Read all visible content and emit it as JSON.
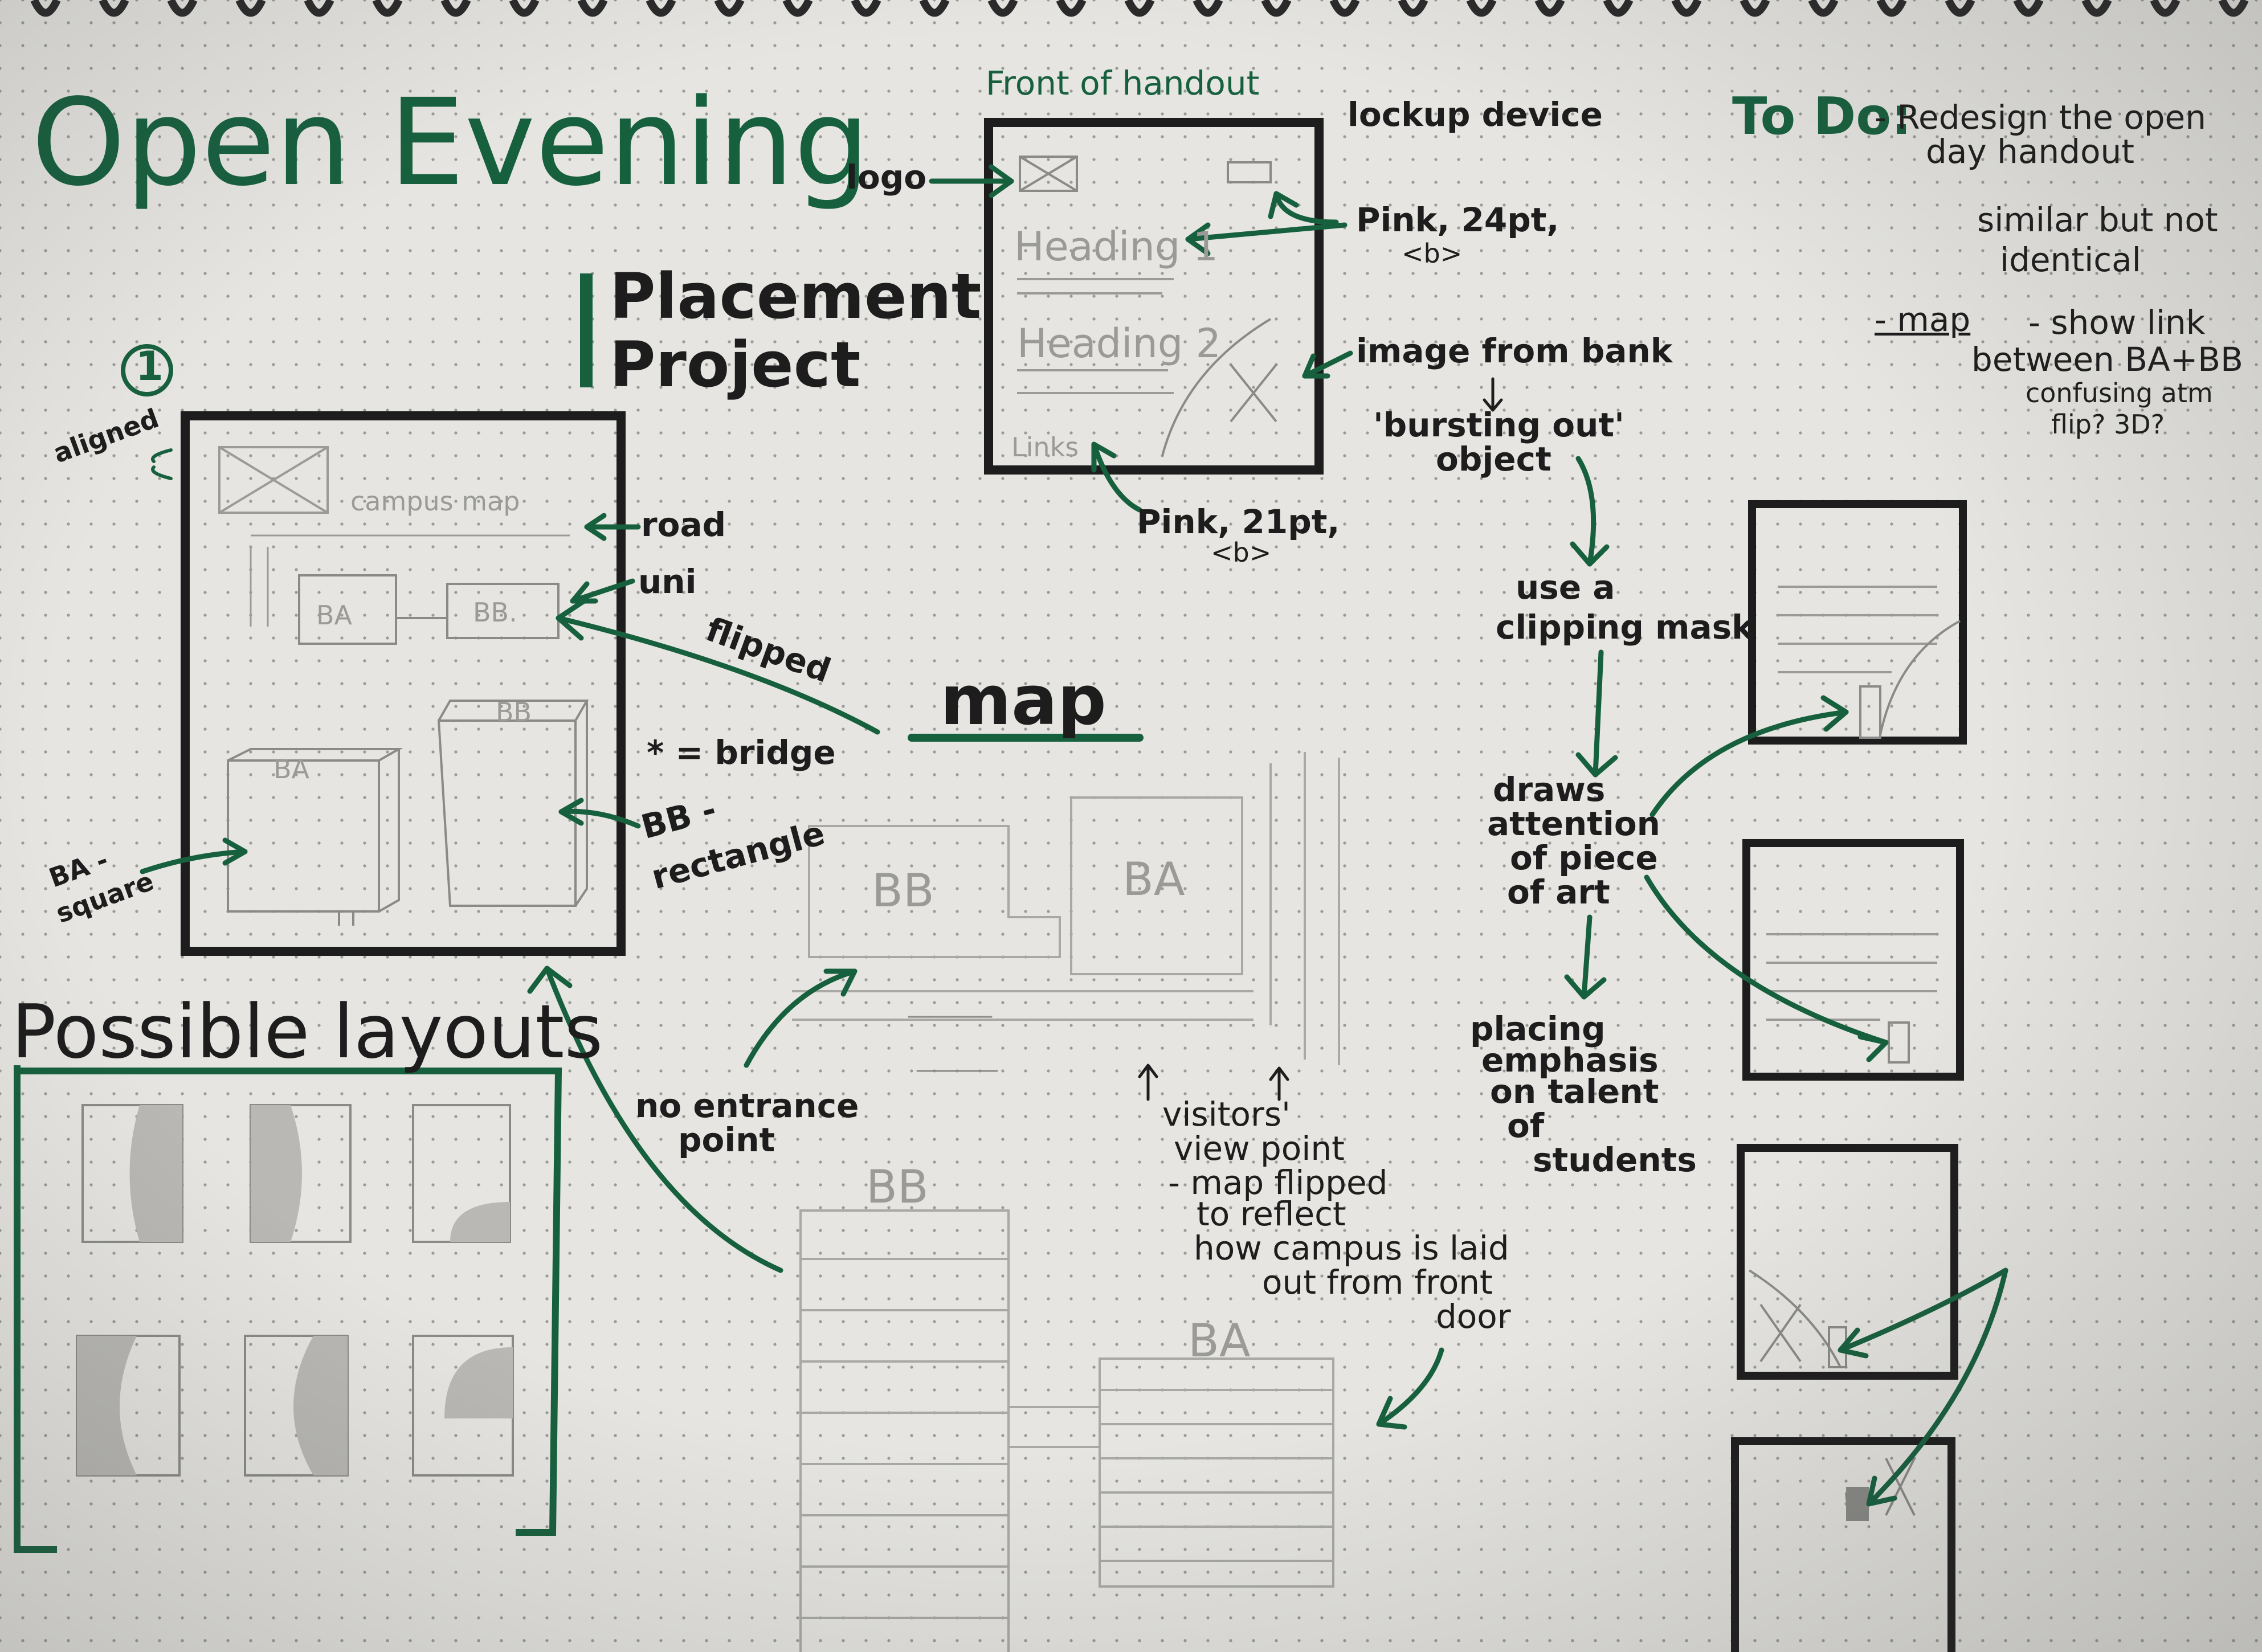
{
  "page": {
    "title": "Open Evening",
    "subtitle_line1": "Placement",
    "subtitle_line2": "Project",
    "step_number": "1",
    "map_heading": "map",
    "layouts_heading": "Possible layouts"
  },
  "handout": {
    "caption": "Front of handout",
    "heading1": "Heading 1",
    "heading2": "Heading 2",
    "links": "Links",
    "logo_label": "logo",
    "lockup_label": "lockup device",
    "h1_note_a": "Pink, 24pt,",
    "h1_note_b": "<b>",
    "image_note": "image from bank",
    "bursting_a": "'bursting out'",
    "bursting_b": "object",
    "links_note_a": "Pink, 21pt,",
    "links_note_b": "<b>"
  },
  "campus_sketch": {
    "aligned": "aligned",
    "campus_map": "campus map",
    "ba": "BA",
    "bb": "BB.",
    "ba_block": "BA",
    "bb_block": "BB",
    "road": "road",
    "uni": "uni",
    "flipped": "flipped",
    "bridge": "* = bridge",
    "bb_rect_a": "BB -",
    "bb_rect_b": "rectangle",
    "ba_square_a": "BA -",
    "ba_square_b": "square"
  },
  "flow": {
    "step1_a": "use a",
    "step1_b": "clipping mask",
    "step2_a": "draws",
    "step2_b": "attention",
    "step2_c": "of piece",
    "step2_d": "of art",
    "step3_a": "placing",
    "step3_b": "emphasis",
    "step3_c": "on talent",
    "step3_d": "of",
    "step3_e": "students"
  },
  "todo": {
    "heading": "To Do:",
    "item1_a": "- Redesign the open",
    "item1_b": "day handout",
    "item1_sub_a": "similar but not",
    "item1_sub_b": "identical",
    "item2_a": "- map",
    "item2_b": "- show link",
    "item2_c": "between BA+BB",
    "item2_d": "confusing atm",
    "item2_e": "flip? 3D?"
  },
  "map_area": {
    "bb_top": "BB",
    "ba_top": "BA",
    "bb_plan": "BB",
    "ba_plan": "BA",
    "no_entrance_a": "no entrance",
    "no_entrance_b": "point",
    "visitors_a": "visitors'",
    "visitors_b": "view point",
    "visitors_c": "- map flipped",
    "visitors_d": "to reflect",
    "visitors_e": "how campus is laid",
    "visitors_f": "out from front",
    "visitors_g": "door"
  }
}
